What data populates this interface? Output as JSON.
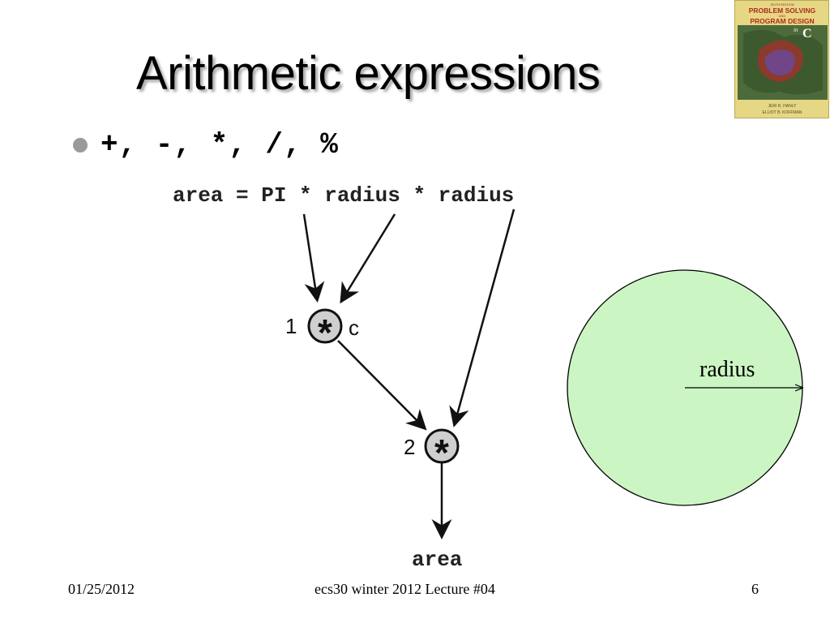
{
  "slide": {
    "title": "Arithmetic expressions",
    "bullet": "+, -, *, /, %"
  },
  "book_cover": {
    "edition": "SIXTH EDITION",
    "title_line1": "PROBLEM SOLVING",
    "and": "AND",
    "title_line2": "PROGRAM DESIGN",
    "in": "in",
    "lang": "C",
    "author1": "JERI R. HANLY",
    "author2": "ELLIOT B. KOFFMAN"
  },
  "diagram": {
    "expression": "area = PI * radius * radius",
    "op1_symbol": "*",
    "op1_step": "1",
    "op1_tag": "c",
    "op2_symbol": "*",
    "op2_step": "2",
    "result": "area"
  },
  "circle_figure": {
    "label": "radius",
    "fill_color": "#ccf5c4"
  },
  "footer": {
    "date": "01/25/2012",
    "course": "ecs30 winter 2012 Lecture #04",
    "page": "6"
  }
}
